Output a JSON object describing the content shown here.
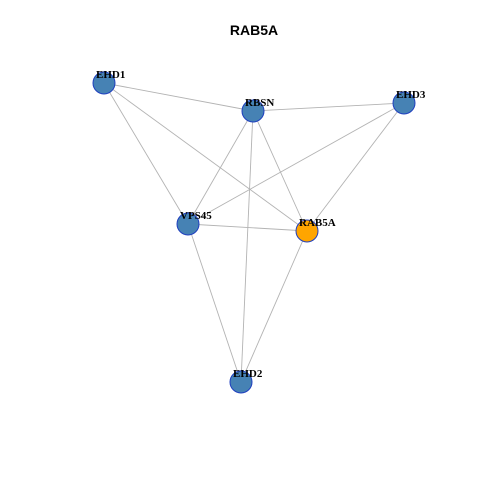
{
  "title": "RAB5A",
  "colors": {
    "default_node": "#4682B4",
    "highlight_node": "#FFA500",
    "node_border": "#1f3fbf",
    "edge": "#b3b3b3"
  },
  "nodes": [
    {
      "id": "EHD1",
      "label": "EHD1",
      "highlight": false
    },
    {
      "id": "RBSN",
      "label": "RBSN",
      "highlight": false
    },
    {
      "id": "EHD3",
      "label": "EHD3",
      "highlight": false
    },
    {
      "id": "VPS45",
      "label": "VPS45",
      "highlight": false
    },
    {
      "id": "RAB5A",
      "label": "RAB5A",
      "highlight": true
    },
    {
      "id": "EHD2",
      "label": "EHD2",
      "highlight": false
    }
  ],
  "edges": [
    [
      "EHD1",
      "RBSN"
    ],
    [
      "EHD1",
      "VPS45"
    ],
    [
      "EHD1",
      "RAB5A"
    ],
    [
      "RBSN",
      "EHD3"
    ],
    [
      "RBSN",
      "VPS45"
    ],
    [
      "RBSN",
      "RAB5A"
    ],
    [
      "RBSN",
      "EHD2"
    ],
    [
      "EHD3",
      "VPS45"
    ],
    [
      "EHD3",
      "RAB5A"
    ],
    [
      "VPS45",
      "RAB5A"
    ],
    [
      "VPS45",
      "EHD2"
    ],
    [
      "RAB5A",
      "EHD2"
    ]
  ]
}
